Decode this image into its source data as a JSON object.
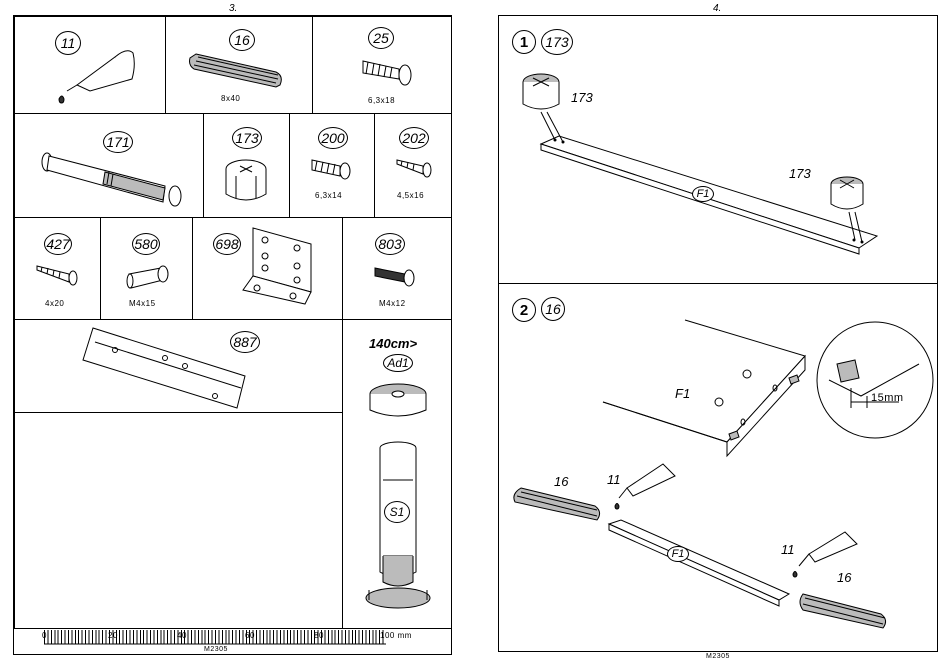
{
  "left_page": {
    "page_number": "3.",
    "parts": [
      {
        "id": "11",
        "dim": ""
      },
      {
        "id": "16",
        "dim": "8x40"
      },
      {
        "id": "25",
        "dim": "6,3x18"
      },
      {
        "id": "171",
        "dim": ""
      },
      {
        "id": "173",
        "dim": ""
      },
      {
        "id": "200",
        "dim": "6,3x14"
      },
      {
        "id": "202",
        "dim": "4,5x16"
      },
      {
        "id": "427",
        "dim": "4x20"
      },
      {
        "id": "580",
        "dim": "M4x15"
      },
      {
        "id": "698",
        "dim": ""
      },
      {
        "id": "803",
        "dim": "M4x12"
      },
      {
        "id": "887",
        "dim": ""
      }
    ],
    "leg": {
      "height_note": "140cm>",
      "part_ad": "Ad1",
      "part_s": "S1"
    },
    "ruler": {
      "ticks": [
        "0",
        "20",
        "40",
        "60",
        "80",
        "100 mm"
      ],
      "code": "M2305"
    }
  },
  "right_page": {
    "page_number": "4.",
    "step1": {
      "number": "1",
      "part": "173",
      "label_a": "173",
      "label_b": "173",
      "board": "F1"
    },
    "step2": {
      "number": "2",
      "part": "16",
      "board": "F1",
      "board_b": "F1",
      "measure": "15mm",
      "glue_a": "11",
      "dowel_a": "16",
      "glue_b": "11",
      "dowel_b": "16"
    },
    "code": "M2305"
  }
}
